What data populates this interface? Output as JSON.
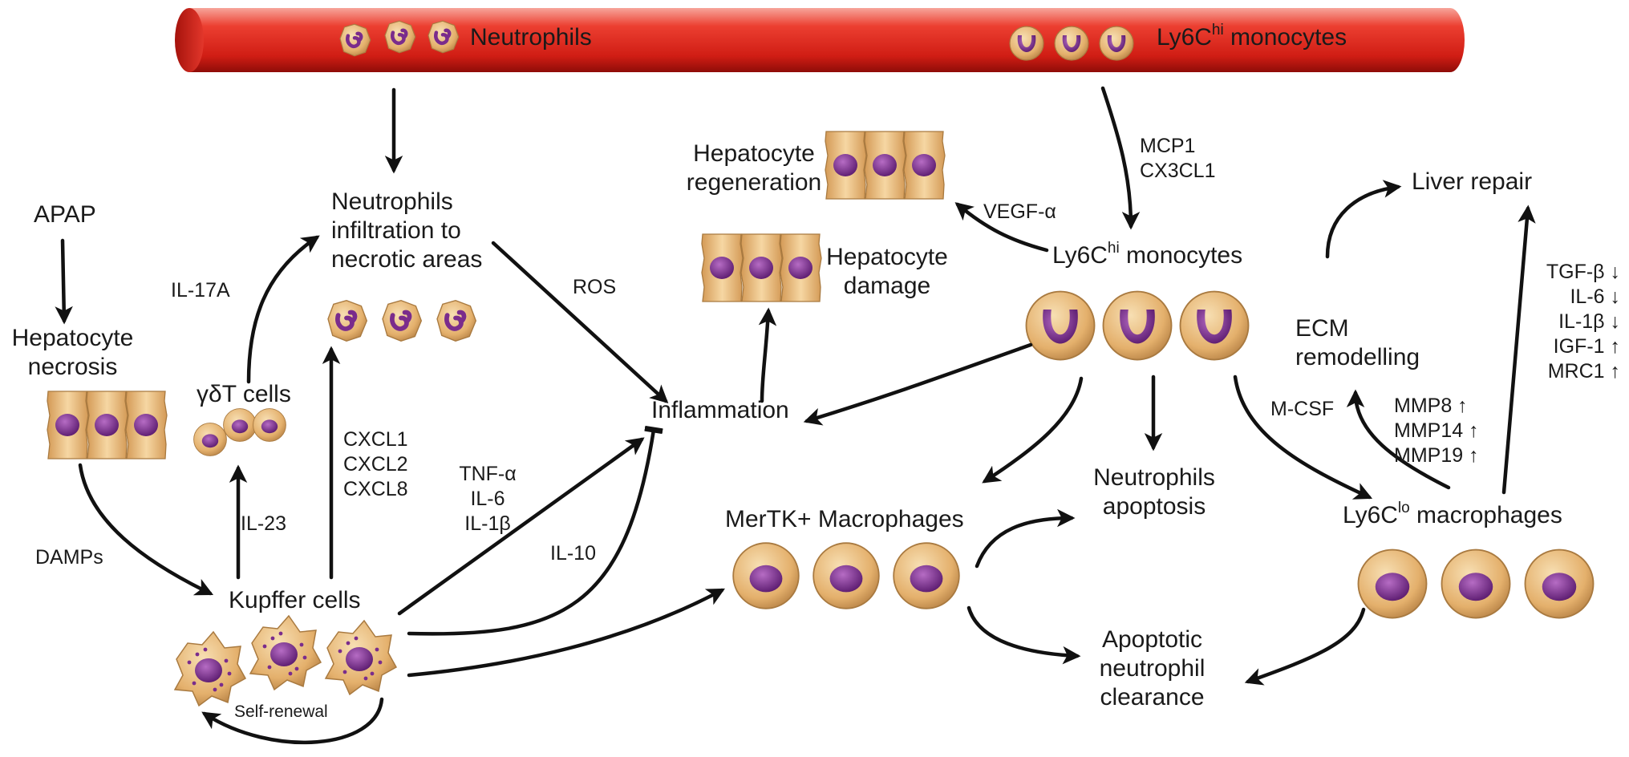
{
  "vessel": {
    "neutrophils_label": "Neutrophils",
    "monocytes_label_main": "Ly6C",
    "monocytes_label_sup": "hi",
    "monocytes_label_rest": " monocytes"
  },
  "nodes": {
    "apap": "APAP",
    "hepatocyte_necrosis": "Hepatocyte\nnecrosis",
    "gamma_delta_t": "γδT cells",
    "neutrophil_infiltration": "Neutrophils\ninfiltration to\nnecrotic areas",
    "kupffer": "Kupffer cells",
    "self_renewal": "Self-renewal",
    "inflammation": "Inflammation",
    "hepatocyte_damage": "Hepatocyte\ndamage",
    "hepatocyte_regeneration": "Hepatocyte\nregeneration",
    "ly6chi_main": "Ly6C",
    "ly6chi_sup": "hi",
    "ly6chi_rest": " monocytes",
    "mertk": "MerTK+ Macrophages",
    "neutrophils_apoptosis": "Neutrophils\napoptosis",
    "apoptotic_clearance": "Apoptotic\nneutrophil\nclearance",
    "ly6clo_main": "Ly6C",
    "ly6clo_sup": "lo",
    "ly6clo_rest": " macrophages",
    "ecm": "ECM\nremodelling",
    "liver_repair": "Liver repair"
  },
  "edge_labels": {
    "damps": "DAMPs",
    "il23": "IL-23",
    "il17a": "IL-17A",
    "cxcl": "CXCL1\nCXCL2\nCXCL8",
    "ros": "ROS",
    "tnf": "TNF-α\nIL-6\nIL-1β",
    "il10": "IL-10",
    "mcp": "MCP1\nCX3CL1",
    "vegf": "VEGF-α",
    "mcsf": "M-CSF",
    "mmp": "MMP8 ↑\nMMP14 ↑\nMMP19 ↑",
    "repair_factors": "TGF-β ↓\nIL-6 ↓\nIL-1β ↓\nIGF-1 ↑\nMRC1 ↑"
  },
  "colors": {
    "vessel": "#e02a1e",
    "cell_body": "#e8b878",
    "cell_nucleus": "#7a2c8c",
    "arrow": "#111111"
  }
}
